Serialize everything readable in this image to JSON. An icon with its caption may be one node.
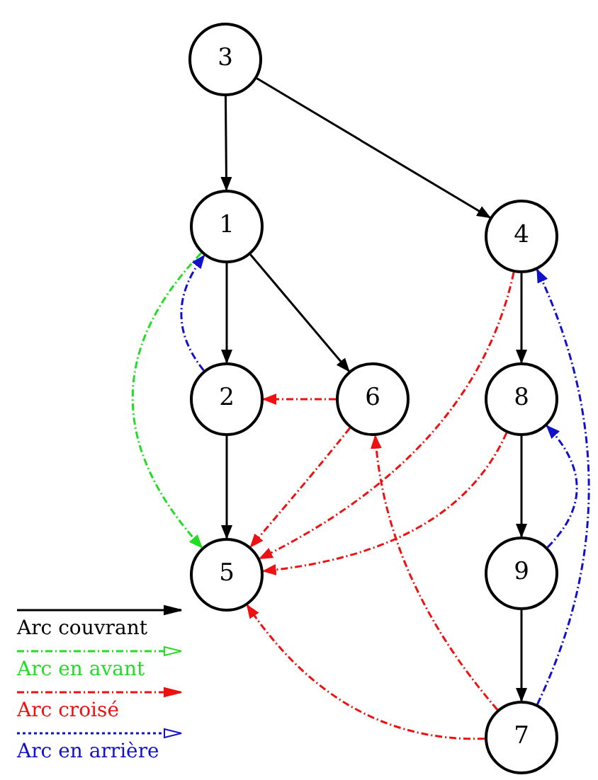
{
  "diagram": {
    "nodes": [
      {
        "text": [
          "3"
        ]
      },
      {
        "text": [
          "1"
        ]
      },
      {
        "text": [
          "4"
        ]
      },
      {
        "text": [
          "2"
        ]
      },
      {
        "text": [
          "6"
        ]
      },
      {
        "text": [
          "8"
        ]
      },
      {
        "text": [
          "5"
        ]
      },
      {
        "text": [
          "9"
        ]
      },
      {
        "text": [
          "7"
        ]
      }
    ],
    "edges": [
      {
        "from": 0,
        "to": 1,
        "arrow": "to"
      },
      {
        "from": 0,
        "to": 2,
        "arrow": "to"
      },
      {
        "from": 1,
        "to": 3,
        "arrow": "to"
      },
      {
        "from": 1,
        "to": 4,
        "arrow": "to"
      },
      {
        "from": 3,
        "to": 6,
        "arrow": "to"
      },
      {
        "from": 2,
        "to": 5,
        "arrow": "to"
      },
      {
        "from": 5,
        "to": 7,
        "arrow": "to"
      },
      {
        "from": 7,
        "to": 8,
        "arrow": "to"
      },
      {
        "from": 1,
        "to": 6,
        "arrow": "to",
        "style": "dashed",
        "color": "#22dd22"
      },
      {
        "from": 3,
        "to": 1,
        "arrow": "to",
        "style": "dashed",
        "color": "#1111cc"
      },
      {
        "from": 4,
        "to": 3,
        "arrow": "to",
        "style": "dashed",
        "color": "#ee1111"
      },
      {
        "from": 4,
        "to": 6,
        "arrow": "to",
        "style": "dashed",
        "color": "#ee1111"
      },
      {
        "from": 2,
        "to": 6,
        "arrow": "to",
        "style": "dashed",
        "color": "#ee1111"
      },
      {
        "from": 5,
        "to": 6,
        "arrow": "to",
        "style": "dashed",
        "color": "#ee1111"
      },
      {
        "from": 8,
        "to": 6,
        "arrow": "to",
        "style": "dashed",
        "color": "#ee1111"
      },
      {
        "from": 8,
        "to": 4,
        "arrow": "to",
        "style": "dashed",
        "color": "#ee1111"
      },
      {
        "from": 7,
        "to": 5,
        "arrow": "to",
        "style": "dashed",
        "color": "#1111cc"
      },
      {
        "from": 8,
        "to": 2,
        "arrow": "to",
        "style": "dashed",
        "color": "#1111cc"
      }
    ],
    "legend": [
      {
        "text": "Arc couvrant"
      },
      {
        "text": "Arc en avant"
      },
      {
        "text": "Arc croisé"
      },
      {
        "text": "Arc en arrière"
      }
    ]
  }
}
